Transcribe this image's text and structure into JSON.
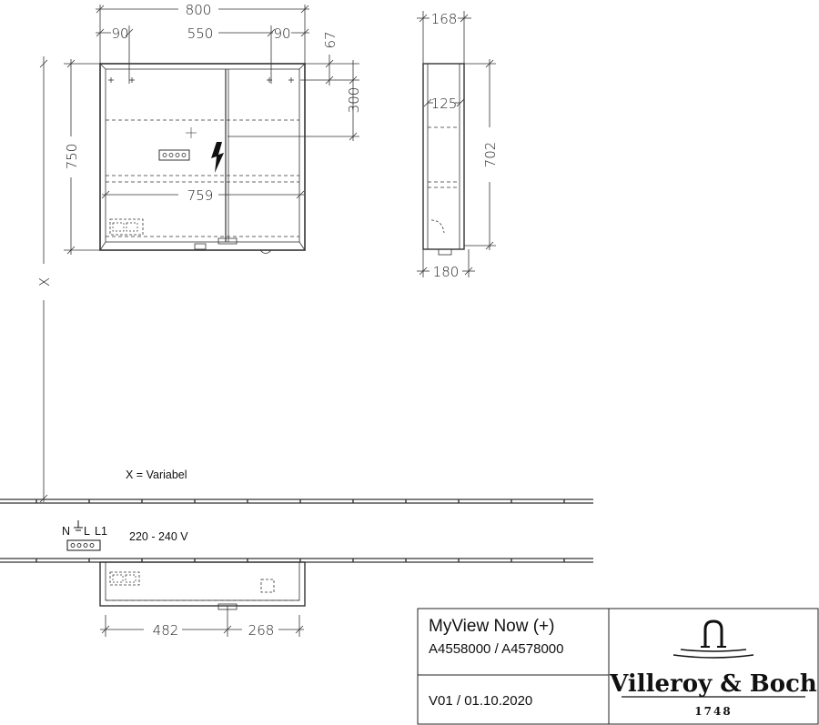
{
  "dimensions": {
    "total_width": "800",
    "side_left": "90",
    "center": "550",
    "side_right": "90",
    "top_offset": "67",
    "shelf_offset": "300",
    "height": "750",
    "inner_width": "759",
    "depth_top": "168",
    "shelf_depth": "125",
    "inner_height": "702",
    "depth_bottom": "180",
    "variable_x": "X",
    "plan_left": "482",
    "plan_right": "268"
  },
  "notes": {
    "variable_note": "X = Variabel",
    "voltage": "220 - 240 V",
    "terminal_n": "N",
    "terminal_l": "L",
    "terminal_l1": "L1"
  },
  "title_block": {
    "product_name": "MyView Now (+)",
    "article_numbers": "A4558000 / A4578000",
    "version": "V01 / 01.10.2020",
    "brand": "Villeroy & Boch",
    "year": "1748"
  }
}
